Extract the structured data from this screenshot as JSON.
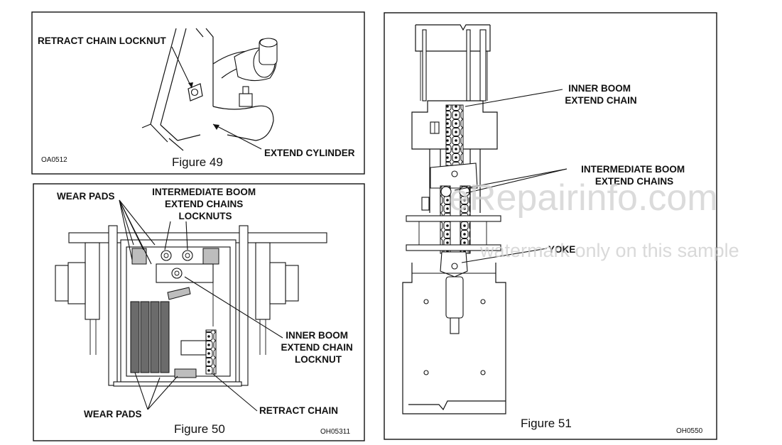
{
  "figure49": {
    "caption": "Figure 49",
    "code": "OA0512",
    "labels": {
      "retract_chain_locknut": "RETRACT CHAIN LOCKNUT",
      "extend_cylinder": "EXTEND CYLINDER"
    }
  },
  "figure50": {
    "caption": "Figure 50",
    "code": "OH05311",
    "labels": {
      "wear_pads_top": "WEAR PADS",
      "intermediate_locknuts": [
        "INTERMEDIATE BOOM",
        "EXTEND CHAINS",
        "LOCKNUTS"
      ],
      "inner_boom_locknut": [
        "INNER BOOM",
        "EXTEND CHAIN",
        "LOCKNUT"
      ],
      "wear_pads_bottom": "WEAR PADS",
      "retract_chain": "RETRACT CHAIN"
    }
  },
  "figure51": {
    "caption": "Figure 51",
    "code": "OH0550",
    "labels": {
      "inner_boom_chain": [
        "INNER BOOM",
        "EXTEND CHAIN"
      ],
      "intermediate_chains": [
        "INTERMEDIATE BOOM",
        "EXTEND CHAINS"
      ],
      "yoke": "YOKE"
    }
  },
  "watermark": {
    "brand": "eRepairinfo.com",
    "note": "watermark only on this sample"
  }
}
